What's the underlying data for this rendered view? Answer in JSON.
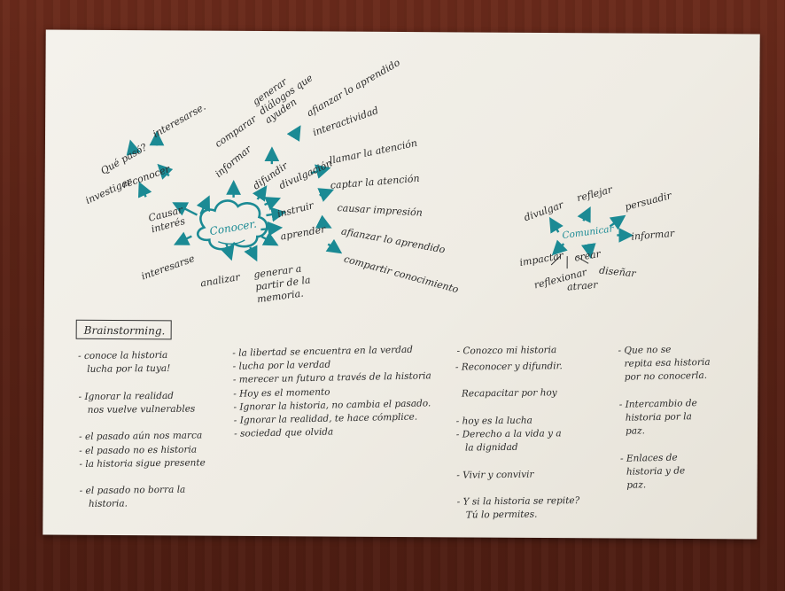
{
  "photo": {
    "background_color": "#5a2418",
    "paper_color": "#f1eee7",
    "ink_color": "#2b2b2b",
    "accent_color": "#1b8a94"
  },
  "mindmap_left": {
    "center": "Conocer.",
    "words": {
      "que_paso": "Qué pasó?",
      "interesarse_top": "interesarse.",
      "investigar": "investigar",
      "reconocer": "reconocer",
      "causar_interes": "Causar interés",
      "comparar": "comparar",
      "informar": "informar",
      "difundir": "difundir",
      "generar_dialogos": "generar diálogos que ayuden",
      "afianzar": "afianzar lo aprendido",
      "interactividad": "interactividad",
      "divulgacion": "divulgación",
      "llamar_la_atencion": "llamar la atención",
      "instruir": "instruir",
      "captar_la_atencion": "captar la atención",
      "aprender": "aprender",
      "causar_impresion": "causar impresión",
      "afianzar_2": "afianzar lo aprendido",
      "compartir": "compartir conocimiento",
      "interesarse_left": "interesarse",
      "analizar": "analizar",
      "generar_memoria": "generar a partir de la memoria."
    }
  },
  "mindmap_right": {
    "center": "Comunicar",
    "words": {
      "divulgar": "divulgar",
      "reflejar": "reflejar",
      "persuadir": "persuadir",
      "informar": "informar",
      "impactar": "impactar",
      "crear": "crear",
      "reflexionar": "reflexionar",
      "atraer": "atraer",
      "disenar": "diseñar"
    }
  },
  "brainstorming": {
    "title": "Brainstorming.",
    "col1": "- conoce la historia\n   lucha por la tuya!\n\n- Ignorar la realidad\n   nos vuelve vulnerables\n\n- el pasado aún nos marca\n- el pasado no es historia\n- la historia sigue presente\n\n- el pasado no borra la\n   historia.",
    "col2": "- la libertad se encuentra en la verdad\n- lucha por la verdad\n- merecer un futuro a través de la historia\n- Hoy es el momento\n- Ignorar la historia, no cambia el pasado.\n- Ignorar la realidad, te hace cómplice.\n- sociedad que olvida",
    "col3": "- Reconocer y difundir.\n\n  Recapacitar por hoy\n\n- hoy es la lucha\n- Derecho a la vida y a\n   la dignidad\n\n- Vivir y convivir\n\n- Y si la historia se repite?\n   Tú lo permites.",
    "col3_first": "- Conozco mi historia",
    "col4": "- Que no se\n  repita esa historia\n  por no conocerla.\n\n- Intercambio de\n  historia por la\n  paz.\n\n- Enlaces de\n  historia y de\n  paz."
  }
}
